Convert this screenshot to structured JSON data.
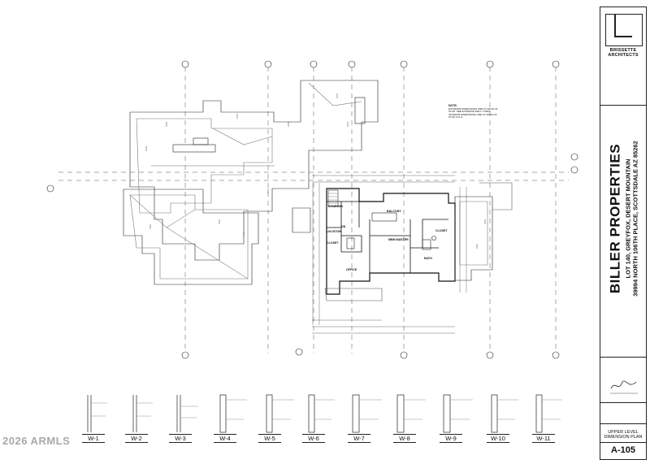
{
  "title_block": {
    "firm_name_1": "BRISSETTE",
    "firm_name_2": "ARCHITECTS",
    "project_title": "BILLER PROPERTIES",
    "project_lot": "LOT 140, GREYFOX, DESERT MOUNTAIN",
    "project_address": "39994 NORTH 106TH PLACE, SCOTTSDALE AZ 85262",
    "sheet_title_1": "UPPER LEVEL",
    "sheet_title_2": "DIMENSION PLAN",
    "sheet_number": "A-105"
  },
  "rooms": {
    "stairway": "STAIRWAY",
    "balcony": "BALCONY",
    "closet": "CLOSET",
    "closet2": "CLOSET",
    "linen": "LIN./STOR.",
    "dn": "DN",
    "office": "OFFICE",
    "mbm": "MBM MASTER",
    "bath": "BATH"
  },
  "note": {
    "heading": "NOTE:",
    "text": "EXTERIOR DIMENSIONS ARE TO FACE OF STUD. SEE EXTERIOR WALL TYPES. INTERIOR DIMENSIONS ARE TO FACE OF STUD U.N.O."
  },
  "details": [
    "W-1",
    "W-2",
    "W-3",
    "W-4",
    "W-5",
    "W-6",
    "W-7",
    "W-8",
    "W-9",
    "W-10",
    "W-11"
  ],
  "watermark": "2026 ARMLS"
}
